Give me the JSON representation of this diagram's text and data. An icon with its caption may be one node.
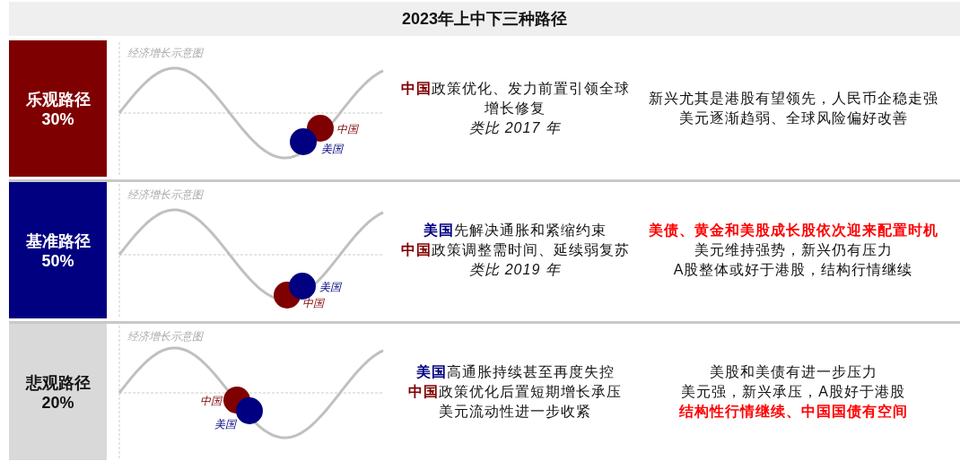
{
  "diagram": {
    "title": "2023年上中下三种路径",
    "nodes": [
      {
        "text": [
          "乐观路径",
          "30%"
        ]
      },
      {
        "text": [],
        "shape": "circle",
        "beside": [
          "中国"
        ]
      },
      {
        "text": [],
        "shape": "circle",
        "beside": [
          "美国"
        ]
      },
      {
        "text": [
          "基准路径",
          "50%"
        ]
      },
      {
        "text": [],
        "shape": "circle",
        "beside": [
          "中国"
        ]
      },
      {
        "text": [],
        "shape": "circle",
        "beside": [
          "美国"
        ]
      },
      {
        "text": [
          "悲观路径",
          "20%"
        ]
      },
      {
        "text": [],
        "shape": "circle",
        "beside": [
          "中国"
        ]
      },
      {
        "text": [],
        "shape": "circle",
        "beside": [
          "美国"
        ]
      }
    ],
    "labels": [
      "经济增长示意图",
      "**中国**政策优化、发力前置引领全球增长修复",
      "类比 2017 年",
      "新兴尤其是港股有望领先，人民币企稳走强",
      "美元逐渐趋弱、全球风险偏好改善",
      "经济增长示意图",
      "**美国**先解决通胀和紧缩约束",
      "**中国**政策调整需时间、延续弱复苏",
      "类比 2019 年",
      "美债、黄金和美股成长股依次迎来配置时机",
      "美元维持强势，新兴仍有压力",
      "A股整体或好于港股，结构行情继续",
      "经济增长示意图",
      "**美国**高通胀持续甚至再度失控",
      "**中国**政策优化后置短期增长承压",
      "美元流动性进一步收紧",
      "美股和美债有进一步压力",
      "美元强，新兴承压，A股好于港股",
      "结构性行情继续、中国国债有空间"
    ]
  }
}
